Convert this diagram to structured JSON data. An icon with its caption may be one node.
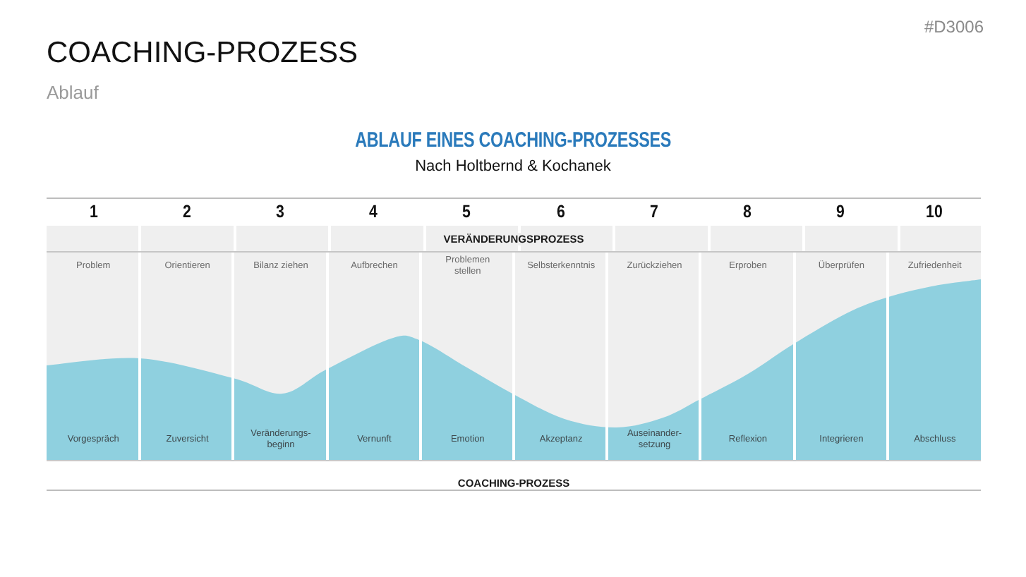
{
  "diagram": {
    "title": "COACHING-PROZESS",
    "nodes": [
      {
        "text": [
          "VERÄNDERUNGSPROZESS"
        ]
      },
      {
        "text": [
          "Problem",
          "Vorgespräch"
        ],
        "in": 0
      },
      {
        "text": [
          "Orientieren",
          "Zuversicht"
        ],
        "in": 0
      },
      {
        "text": [
          "Bilanz ziehen",
          "Veränderungs- beginn"
        ],
        "in": 0
      },
      {
        "text": [
          "Aufbrechen",
          "Vernunft"
        ],
        "in": 0
      },
      {
        "text": [
          "Problemen stellen",
          "Emotion"
        ],
        "in": 0
      },
      {
        "text": [
          "Selbsterkenntnis",
          "Akzeptanz"
        ],
        "in": 0
      },
      {
        "text": [
          "Zurückziehen",
          "Auseinander- setzung"
        ],
        "in": 0
      },
      {
        "text": [
          "Erproben",
          "Reflexion"
        ],
        "in": 0
      },
      {
        "text": [
          "Überprüfen",
          "Integrieren"
        ],
        "in": 0
      },
      {
        "text": [
          "Zufriedenheit",
          "Abschluss"
        ],
        "in": 0
      }
    ],
    "labels": [
      "#D3006",
      "Ablauf",
      "ABLAUF EINES COACHING-PROZESSES",
      "Nach Holtbernd & Kochanek",
      "1",
      "2",
      "3",
      "4",
      "5",
      "6",
      "7",
      "8",
      "9",
      "10",
      "COACHING-PROZESS"
    ]
  }
}
